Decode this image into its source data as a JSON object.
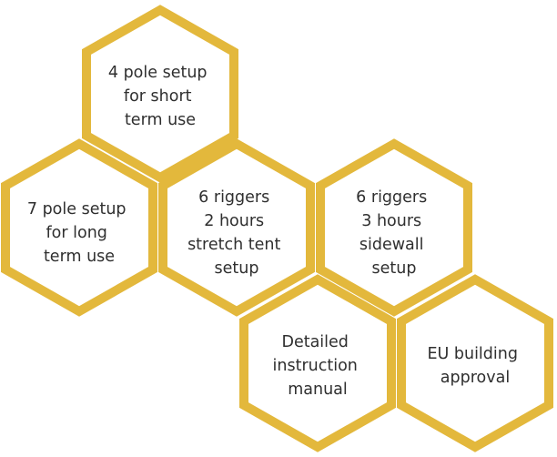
{
  "colors": {
    "hex_stroke": "#e3b83c",
    "hex_fill": "#ffffff",
    "text": "#2f2f2f",
    "background": "#ffffff"
  },
  "hexagons": [
    {
      "id": "four-pole",
      "lines": [
        "4 pole setup",
        "for short",
        "term use"
      ]
    },
    {
      "id": "seven-pole",
      "lines": [
        "7 pole setup",
        "for long",
        "term use"
      ]
    },
    {
      "id": "stretch-tent",
      "lines": [
        "6 riggers",
        "2 hours",
        "stretch tent",
        "setup"
      ]
    },
    {
      "id": "sidewall",
      "lines": [
        "6 riggers",
        "3 hours",
        "sidewall",
        "setup"
      ]
    },
    {
      "id": "manual",
      "lines": [
        "Detailed",
        "instruction",
        "manual"
      ]
    },
    {
      "id": "eu-approval",
      "lines": [
        "EU building",
        "approval"
      ]
    }
  ]
}
